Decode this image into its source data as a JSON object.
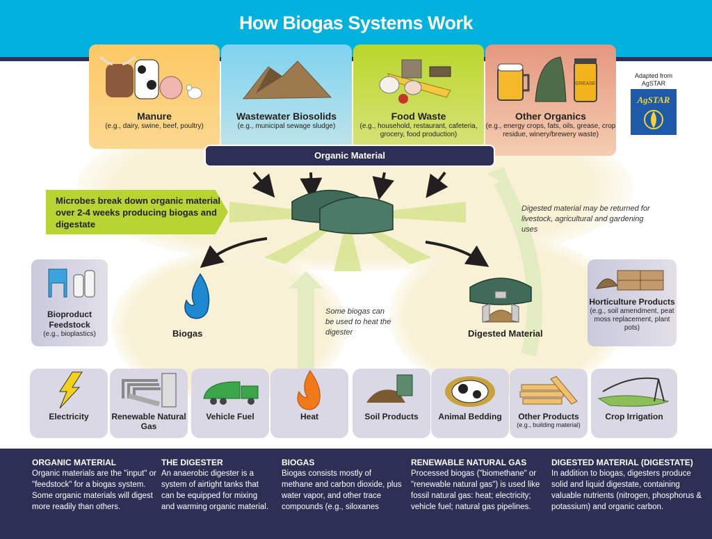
{
  "title": "How Biogas Systems Work",
  "sources": [
    {
      "label": "Manure",
      "sub": "(e.g., dairy, swine, beef, poultry)",
      "icon": "farm-animals-icon"
    },
    {
      "label": "Wastewater Biosolids",
      "sub": "(e.g., municipal sewage sludge)",
      "icon": "sludge-pile-icon"
    },
    {
      "label": "Food Waste",
      "sub": "(e.g., household, restaurant, cafeteria, grocery, food production)",
      "icon": "food-scraps-icon"
    },
    {
      "label": "Other Organics",
      "sub": "(e.g., energy crops, fats, oils, grease, crop residue, winery/brewery waste)",
      "icon": "beer-grass-grease-icon",
      "grease_label": "GREASE"
    }
  ],
  "attribution": {
    "text": "Adapted from AgSTAR",
    "logo": "AgSTAR"
  },
  "organic_material_label": "Organic Material",
  "microbes_text": "Microbes break down organic material over 2-4 weeks producing biogas and digestate",
  "returned_note": "Digested material may be returned for livestock, agricultural and gardening uses",
  "heat_note": "Some biogas can be used to heat the digester",
  "bioproduct": {
    "label": "Bioproduct Feedstock",
    "sub": "(e.g., bioplastics)"
  },
  "biogas_label": "Biogas",
  "digested_label": "Digested Material",
  "horticulture": {
    "label": "Horticulture Products",
    "sub": "(e.g., soil amendment, peat moss replacement, plant pots)"
  },
  "outputs": [
    {
      "label": "Electricity",
      "sub": ""
    },
    {
      "label": "Renewable Natural Gas",
      "sub": ""
    },
    {
      "label": "Vehicle Fuel",
      "sub": ""
    },
    {
      "label": "Heat",
      "sub": ""
    },
    {
      "label": "Soil Products",
      "sub": ""
    },
    {
      "label": "Animal Bedding",
      "sub": ""
    },
    {
      "label": "Other Products",
      "sub": "(e.g., building material)"
    },
    {
      "label": "Crop Irrigation",
      "sub": ""
    }
  ],
  "footer": [
    {
      "heading": "ORGANIC MATERIAL",
      "body": "Organic materials are the \"input\" or \"feedstock\" for a biogas system. Some organic materials will digest more readily than others."
    },
    {
      "heading": "THE DIGESTER",
      "body": "An anaerobic digester is a system of airtight tanks that can be equipped for mixing and warming organic material."
    },
    {
      "heading": "BIOGAS",
      "body": "Biogas consists mostly of methane and carbon dioxide, plus water vapor, and other trace compounds (e.g., siloxanes"
    },
    {
      "heading": "RENEWABLE NATURAL GAS",
      "body": "Processed biogas (\"biomethane\" or \"renewable natural gas\") is used like fossil natural gas: heat; electricity; vehicle fuel; natural gas pipelines."
    },
    {
      "heading": "DIGESTED MATERIAL (DIGESTATE)",
      "body": "In addition to biogas, digesters produce solid and liquid digestate, containing valuable nutrients (nitrogen, phosphorus & potassium) and organic carbon."
    }
  ],
  "colors": {
    "banner": "#00b1dd",
    "navy": "#2d2f55",
    "lime": "#b7d433",
    "digester_green": "#3f6b58",
    "flame_blue": "#1e88d0"
  }
}
